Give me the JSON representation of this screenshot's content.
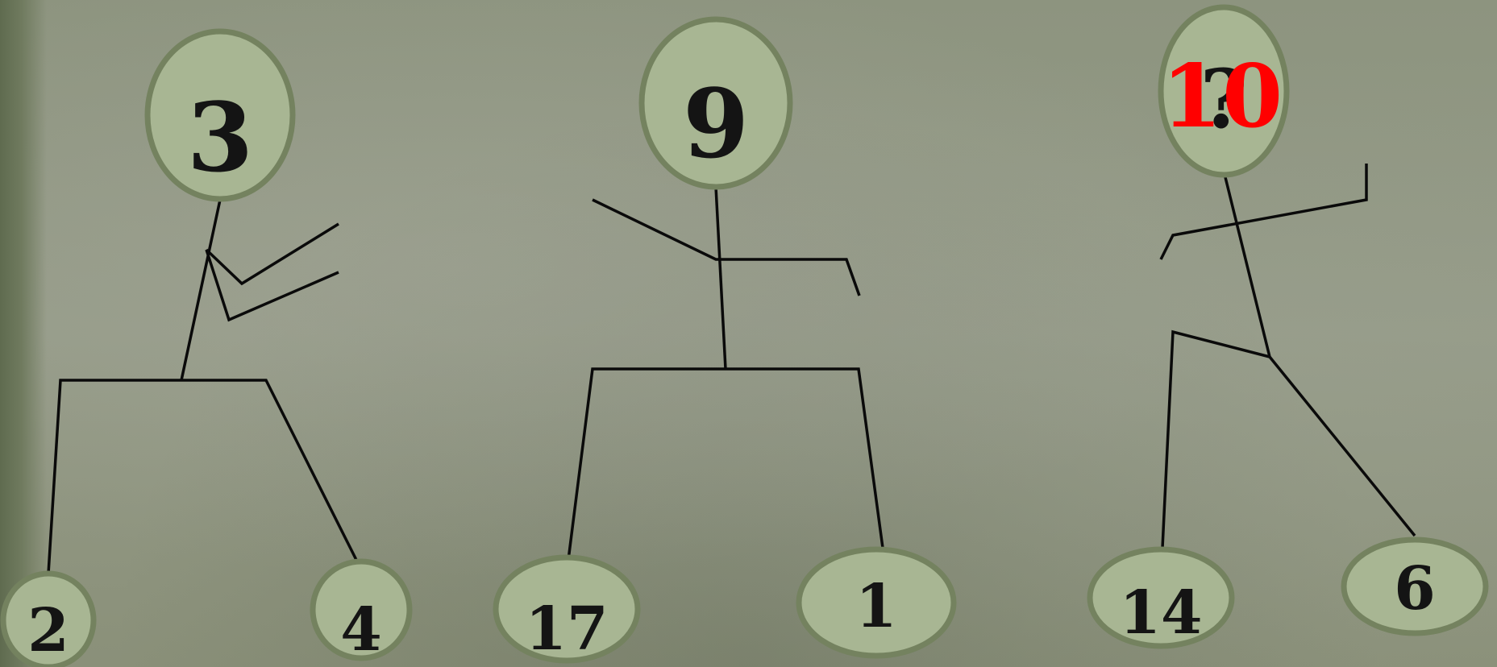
{
  "figures": [
    {
      "head": "3",
      "left_foot": "2",
      "right_foot": "4"
    },
    {
      "head": "9",
      "left_foot": "17",
      "right_foot": "1"
    },
    {
      "head": "?",
      "answer": "10",
      "left_foot": "14",
      "right_foot": "6"
    }
  ],
  "colors": {
    "background": "#8e957f",
    "bubble_fill": "#a8b693",
    "bubble_border": "#74825f",
    "line": "#0a0a0a",
    "answer": "#ff0000"
  }
}
